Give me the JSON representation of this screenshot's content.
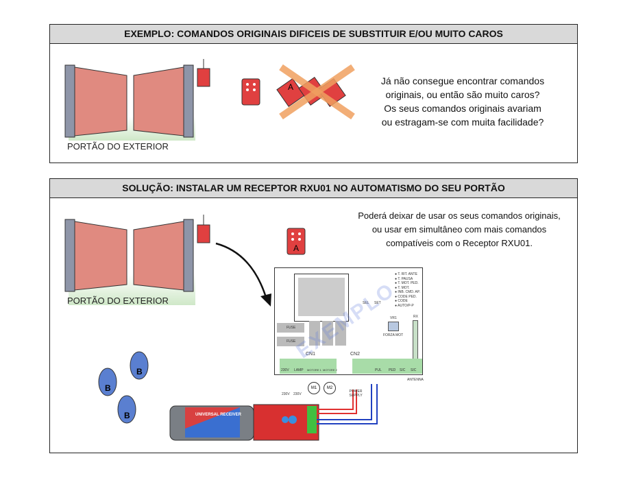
{
  "panel_example": {
    "title": "EXEMPLO: COMANDOS ORIGINAIS DIFICEIS DE SUBSTITUIR E/OU MUITO CAROS",
    "gate_label": "PORTÃO DO EXTERIOR",
    "remote_letter": "A",
    "text_lines": [
      "Já não consegue encontrar comandos",
      "originais, ou então são muito caros?",
      "Os seus comandos originais avariam",
      "ou estragam-se com muita facilidade?"
    ]
  },
  "panel_solution": {
    "title": "SOLUÇÃO: INSTALAR UM RECEPTOR RXU01 NO AUTOMATISMO DO SEU PORTÃO",
    "gate_label": "PORTÃO DO EXTERIOR",
    "remote_letter_a": "A",
    "remote_letter_b": "B",
    "text_lines": [
      "Poderá deixar de usar os seus comandos originais,",
      "ou usar em simultâneo com mais comandos",
      "compatíveis com o Receptor RXU01."
    ],
    "watermark": "EXEMPLO",
    "board": {
      "dip_labels": [
        "T. RIT. ANTE",
        "T. PAUSA",
        "T. MOT. PED.",
        "T. MOT.",
        "INB. CMD. AP.",
        "CODE PED.",
        "CODE",
        "AUTO/P-P"
      ],
      "sel": "SEL",
      "set": "SET",
      "vr1": "VR1",
      "forza": "FORZA MOT",
      "rx": "RX",
      "fuse": "FUSE",
      "cn1": "CN1",
      "cn2": "CN2",
      "cn1_groups": [
        "230V",
        "LAMP",
        "MOTORE 1",
        "MOTORE 2"
      ],
      "cn2_groups": [
        "PUL",
        "PED",
        "SIC",
        "SIC"
      ],
      "m1": "M1",
      "m2": "M2",
      "v230": "230V",
      "power": "POWER SUPPLY",
      "antenna": "ANTENNA"
    },
    "receiver": {
      "brand": "UNIVERSAL RECEIVER"
    }
  },
  "colors": {
    "gate": "#e08a80",
    "post": "#8e95a8",
    "remote_a": "#e04040",
    "remote_b": "#5a7fd0",
    "cross": "#f0a060",
    "wire_red": "#e03030",
    "wire_blue": "#2040c0"
  }
}
